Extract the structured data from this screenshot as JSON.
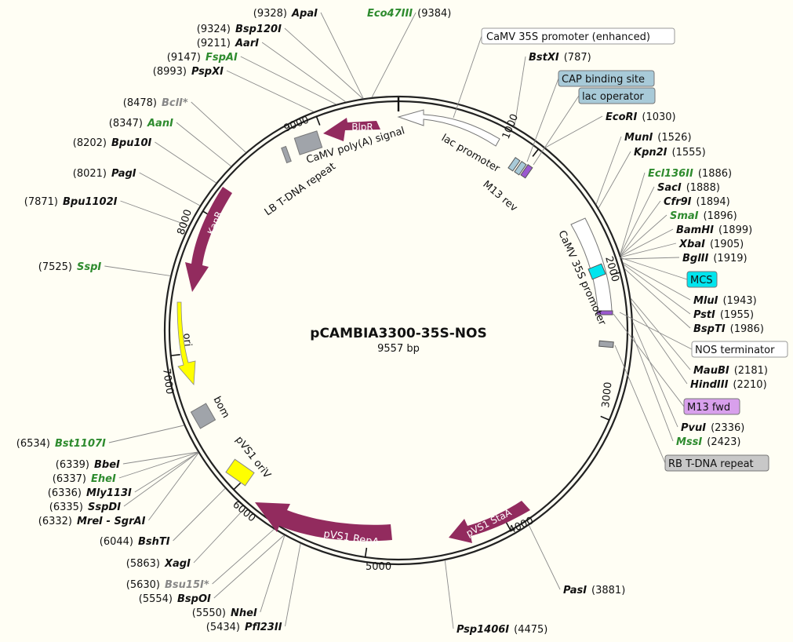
{
  "plasmid": {
    "name": "pCAMBIA3300-35S-NOS",
    "length_label": "9557 bp",
    "length": 9557
  },
  "colors": {
    "unique": "#111111",
    "double": "#2e8b2e",
    "blocked": "#888888",
    "arrow": "#922b5e"
  },
  "scale_ticks": [
    {
      "pos": 1000,
      "label": "1000"
    },
    {
      "pos": 2000,
      "label": "2000"
    },
    {
      "pos": 3000,
      "label": "3000"
    },
    {
      "pos": 4000,
      "label": "4000"
    },
    {
      "pos": 5000,
      "label": "5000"
    },
    {
      "pos": 6000,
      "label": "6000"
    },
    {
      "pos": 7000,
      "label": "7000"
    },
    {
      "pos": 8000,
      "label": "8000"
    },
    {
      "pos": 9000,
      "label": "9000"
    }
  ],
  "sites": [
    {
      "name": "ApaI",
      "pos_label": "(9328)",
      "pos": 9328,
      "style": "unique",
      "num_first": true
    },
    {
      "name": "Eco47III",
      "pos_label": "(9384)",
      "pos": 9384,
      "style": "double",
      "num_first": false
    },
    {
      "name": "Bsp120I",
      "pos_label": "(9324)",
      "pos": 9324,
      "style": "unique",
      "num_first": true
    },
    {
      "name": "AarI",
      "pos_label": "(9211)",
      "pos": 9211,
      "style": "unique",
      "num_first": true
    },
    {
      "name": "FspAI",
      "pos_label": "(9147)",
      "pos": 9147,
      "style": "double",
      "num_first": true
    },
    {
      "name": "PspXI",
      "pos_label": "(8993)",
      "pos": 8993,
      "style": "unique",
      "num_first": true
    },
    {
      "name": "BclI*",
      "pos_label": "(8478)",
      "pos": 8478,
      "style": "blocked",
      "num_first": true
    },
    {
      "name": "AanI",
      "pos_label": "(8347)",
      "pos": 8347,
      "style": "double",
      "num_first": true
    },
    {
      "name": "Bpu10I",
      "pos_label": "(8202)",
      "pos": 8202,
      "style": "unique",
      "num_first": true
    },
    {
      "name": "PagI",
      "pos_label": "(8021)",
      "pos": 8021,
      "style": "unique",
      "num_first": true
    },
    {
      "name": "Bpu1102I",
      "pos_label": "(7871)",
      "pos": 7871,
      "style": "unique",
      "num_first": true
    },
    {
      "name": "SspI",
      "pos_label": "(7525)",
      "pos": 7525,
      "style": "double",
      "num_first": true
    },
    {
      "name": "Bst1107I",
      "pos_label": "(6534)",
      "pos": 6534,
      "style": "double",
      "num_first": true
    },
    {
      "name": "BbeI",
      "pos_label": "(6339)",
      "pos": 6339,
      "style": "unique",
      "num_first": true
    },
    {
      "name": "EheI",
      "pos_label": "(6337)",
      "pos": 6337,
      "style": "double",
      "num_first": true
    },
    {
      "name": "Mly113I",
      "pos_label": "(6336)",
      "pos": 6336,
      "style": "unique",
      "num_first": true
    },
    {
      "name": "SspDI",
      "pos_label": "(6335)",
      "pos": 6335,
      "style": "unique",
      "num_first": true
    },
    {
      "name": "MreI - SgrAI",
      "pos_label": "(6332)",
      "pos": 6332,
      "style": "unique",
      "num_first": true
    },
    {
      "name": "BshTI",
      "pos_label": "(6044)",
      "pos": 6044,
      "style": "unique",
      "num_first": true
    },
    {
      "name": "XagI",
      "pos_label": "(5863)",
      "pos": 5863,
      "style": "unique",
      "num_first": true
    },
    {
      "name": "Bsu15I*",
      "pos_label": "(5630)",
      "pos": 5630,
      "style": "blocked",
      "num_first": true
    },
    {
      "name": "BspOI",
      "pos_label": "(5554)",
      "pos": 5554,
      "style": "unique",
      "num_first": true
    },
    {
      "name": "NheI",
      "pos_label": "(5550)",
      "pos": 5550,
      "style": "unique",
      "num_first": true
    },
    {
      "name": "Pfl23II",
      "pos_label": "(5434)",
      "pos": 5434,
      "style": "unique",
      "num_first": true
    },
    {
      "name": "Psp1406I",
      "pos_label": "(4475)",
      "pos": 4475,
      "style": "unique",
      "num_first": false
    },
    {
      "name": "PasI",
      "pos_label": "(3881)",
      "pos": 3881,
      "style": "unique",
      "num_first": false
    },
    {
      "name": "BstXI",
      "pos_label": "(787)",
      "pos": 787,
      "style": "unique",
      "num_first": false
    },
    {
      "name": "EcoRI",
      "pos_label": "(1030)",
      "pos": 1030,
      "style": "unique",
      "num_first": false
    },
    {
      "name": "MunI",
      "pos_label": "(1526)",
      "pos": 1526,
      "style": "unique",
      "num_first": false
    },
    {
      "name": "Kpn2I",
      "pos_label": "(1555)",
      "pos": 1555,
      "style": "unique",
      "num_first": false
    },
    {
      "name": "Ecl136II",
      "pos_label": "(1886)",
      "pos": 1886,
      "style": "double",
      "num_first": false
    },
    {
      "name": "SacI",
      "pos_label": "(1888)",
      "pos": 1888,
      "style": "unique",
      "num_first": false
    },
    {
      "name": "Cfr9I",
      "pos_label": "(1894)",
      "pos": 1894,
      "style": "unique",
      "num_first": false
    },
    {
      "name": "SmaI",
      "pos_label": "(1896)",
      "pos": 1896,
      "style": "double",
      "num_first": false
    },
    {
      "name": "BamHI",
      "pos_label": "(1899)",
      "pos": 1899,
      "style": "unique",
      "num_first": false
    },
    {
      "name": "XbaI",
      "pos_label": "(1905)",
      "pos": 1905,
      "style": "unique",
      "num_first": false
    },
    {
      "name": "BglII",
      "pos_label": "(1919)",
      "pos": 1919,
      "style": "unique",
      "num_first": false
    },
    {
      "name": "MluI",
      "pos_label": "(1943)",
      "pos": 1943,
      "style": "unique",
      "num_first": false
    },
    {
      "name": "PstI",
      "pos_label": "(1955)",
      "pos": 1955,
      "style": "unique",
      "num_first": false
    },
    {
      "name": "BspTI",
      "pos_label": "(1986)",
      "pos": 1986,
      "style": "unique",
      "num_first": false
    },
    {
      "name": "MauBI",
      "pos_label": "(2181)",
      "pos": 2181,
      "style": "unique",
      "num_first": false
    },
    {
      "name": "HindIII",
      "pos_label": "(2210)",
      "pos": 2210,
      "style": "unique",
      "num_first": false
    },
    {
      "name": "PvuI",
      "pos_label": "(2336)",
      "pos": 2336,
      "style": "unique",
      "num_first": false
    },
    {
      "name": "MssI",
      "pos_label": "(2423)",
      "pos": 2423,
      "style": "double",
      "num_first": false
    }
  ],
  "boxed_features": [
    {
      "label": "CaMV 35S promoter (enhanced)",
      "fill": "#ffffff"
    },
    {
      "label": "CAP binding site",
      "fill": "#a8cad8"
    },
    {
      "label": "lac operator",
      "fill": "#a8cad8"
    },
    {
      "label": "MCS",
      "fill": "#00e5ee"
    },
    {
      "label": "NOS terminator",
      "fill": "#ffffff"
    },
    {
      "label": "M13 fwd",
      "fill": "#d8a0ec"
    },
    {
      "label": "RB T-DNA repeat",
      "fill": "#c8c8c8"
    }
  ],
  "features": [
    {
      "label": "BlpR",
      "kind": "arrow",
      "start": 9010,
      "end": 9420,
      "dir": "ccw",
      "color": "#922b5e"
    },
    {
      "label": "lac promoter",
      "kind": "arrow",
      "start": 9540,
      "end": 640,
      "dir": "ccw",
      "color": "#ffffff"
    },
    {
      "label": "KanR",
      "kind": "arrow",
      "start": 7540,
      "end": 8320,
      "dir": "ccw",
      "color": "#922b5e"
    },
    {
      "label": "ori",
      "kind": "arrow",
      "start": 6900,
      "end": 7420,
      "dir": "ccw",
      "color": "#ffff00"
    },
    {
      "label": "pVS1 RepA",
      "kind": "arrow",
      "start": 5220,
      "end": 6150,
      "dir": "ccw",
      "color": "#922b5e"
    },
    {
      "label": "pVS1 StaA",
      "kind": "arrow",
      "start": 3760,
      "end": 4210,
      "dir": "ccw",
      "color": "#922b5e"
    },
    {
      "label": "CaMV 35S promoter",
      "kind": "block",
      "start": 1550,
      "end": 2260,
      "color": "#ffffff"
    },
    {
      "label": "CaMV poly(A) signal",
      "kind": "text"
    },
    {
      "label": "LB T-DNA repeat",
      "kind": "text"
    },
    {
      "label": "M13 rev",
      "kind": "text"
    },
    {
      "label": "bom",
      "kind": "text"
    },
    {
      "label": "pVS1 oriV",
      "kind": "text"
    }
  ]
}
